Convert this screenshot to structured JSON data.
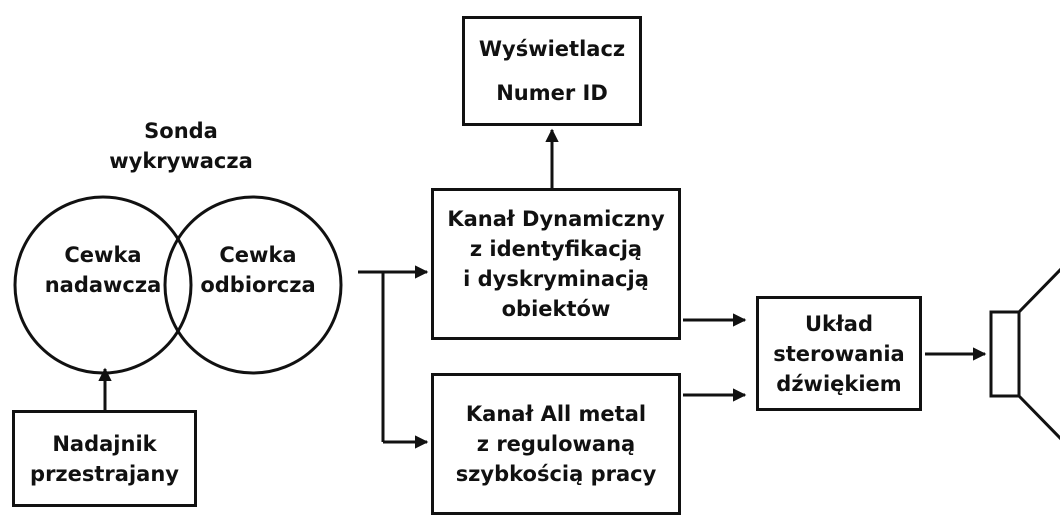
{
  "display_box": {
    "line1": "Wyświetlacz",
    "line2": "Numer ID"
  },
  "probe": {
    "line1": "Sonda",
    "line2": "wykrywacza"
  },
  "transmit_coil": {
    "line1": "Cewka",
    "line2": "nadawcza"
  },
  "receive_coil": {
    "line1": "Cewka",
    "line2": "odbiorcza"
  },
  "transmitter": {
    "line1": "Nadajnik",
    "line2": "przestrajany"
  },
  "dynamic_channel": {
    "line1": "Kanał Dynamiczny",
    "line2": "z identyfikacją",
    "line3": "i dyskryminacją",
    "line4": "obiektów"
  },
  "allmetal_channel": {
    "line1": "Kanał All metal",
    "line2": "z regulowaną",
    "line3": "szybkością pracy"
  },
  "sound_control": {
    "line1": "Układ",
    "line2": "sterowania",
    "line3": "dźwiękiem"
  },
  "colors": {
    "ink": "#111111",
    "background": "#ffffff"
  }
}
